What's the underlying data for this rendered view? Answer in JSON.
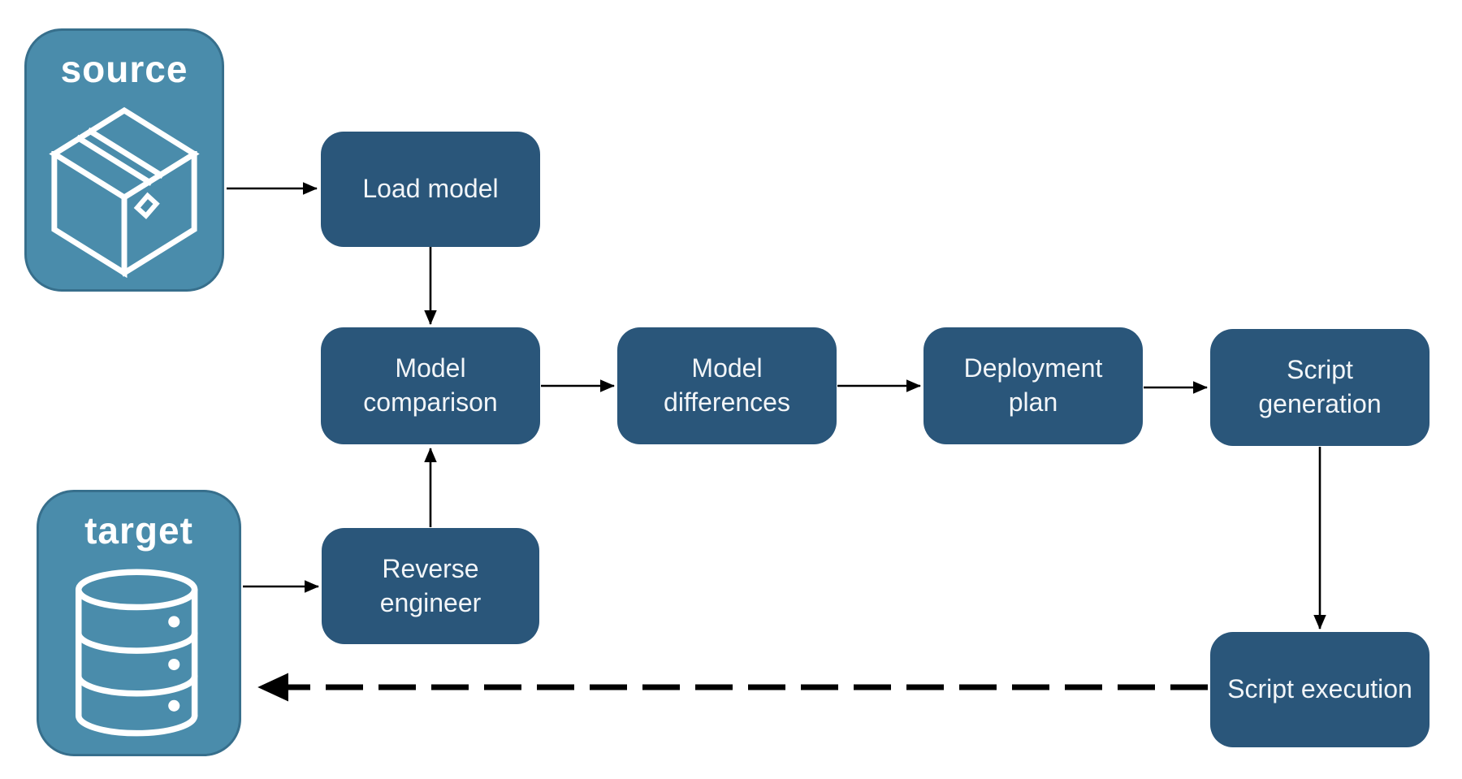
{
  "diagram": {
    "panels": {
      "source": {
        "label": "source",
        "icon": "package-box-icon"
      },
      "target": {
        "label": "target",
        "icon": "database-icon"
      }
    },
    "nodes": {
      "load_model": {
        "label": "Load model"
      },
      "model_comparison": {
        "label": "Model comparison"
      },
      "model_differences": {
        "label": "Model differences"
      },
      "deployment_plan": {
        "label": "Deployment plan"
      },
      "script_generation": {
        "label": "Script generation"
      },
      "reverse_engineer": {
        "label": "Reverse engineer"
      },
      "script_execution": {
        "label": "Script execution"
      }
    },
    "edges": [
      {
        "from": "source",
        "to": "Load model",
        "style": "solid"
      },
      {
        "from": "Load model",
        "to": "Model comparison",
        "style": "solid"
      },
      {
        "from": "Model comparison",
        "to": "Model differences",
        "style": "solid"
      },
      {
        "from": "Model differences",
        "to": "Deployment plan",
        "style": "solid"
      },
      {
        "from": "Deployment plan",
        "to": "Script generation",
        "style": "solid"
      },
      {
        "from": "Script generation",
        "to": "Script execution",
        "style": "solid"
      },
      {
        "from": "target",
        "to": "Reverse engineer",
        "style": "solid"
      },
      {
        "from": "Reverse engineer",
        "to": "Model comparison",
        "style": "solid"
      },
      {
        "from": "Script execution",
        "to": "target",
        "style": "dashed"
      }
    ],
    "colors": {
      "panel_fill": "#4A8CAB",
      "panel_border": "#376F8C",
      "node_fill": "#2A567A",
      "text": "#FFFFFF",
      "arrow": "#000000",
      "background": "#FFFFFF"
    }
  }
}
